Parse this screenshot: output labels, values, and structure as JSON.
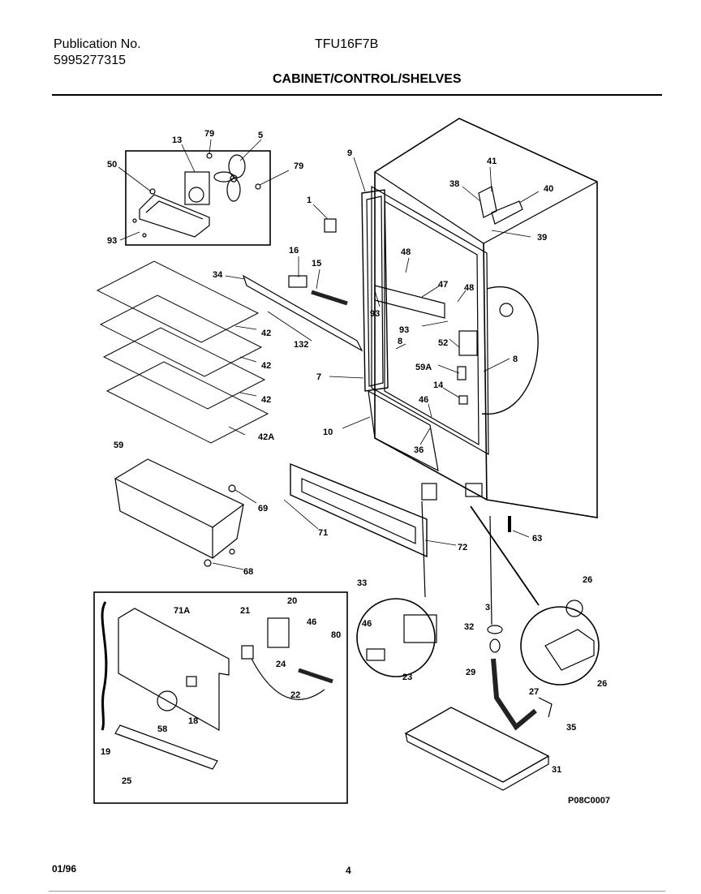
{
  "header": {
    "publication_label": "Publication No.",
    "publication_number": "5995277315",
    "model": "TFU16F7B",
    "section_title": "CABINET/CONTROL/SHELVES"
  },
  "diagram": {
    "labels": {
      "13": "13",
      "79a": "79",
      "5": "5",
      "79b": "79",
      "50": "50",
      "93a": "93",
      "1": "1",
      "9": "9",
      "41": "41",
      "38": "38",
      "40": "40",
      "39": "39",
      "16": "16",
      "15": "15",
      "48a": "48",
      "34": "34",
      "47": "47",
      "48b": "48",
      "93b": "93",
      "93c": "93",
      "42a": "42",
      "8a": "8",
      "52": "52",
      "132": "132",
      "42b": "42",
      "8b": "8",
      "7": "7",
      "59A": "59A",
      "14": "14",
      "42c": "42",
      "46": "46",
      "10": "10",
      "42A": "42A",
      "36": "36",
      "59": "59",
      "69": "69",
      "71": "71",
      "72": "72",
      "63": "63",
      "68": "68",
      "71A": "71A",
      "21": "21",
      "20": "20",
      "46b": "46",
      "80": "80",
      "33": "33",
      "46c": "46",
      "26a": "26",
      "3": "3",
      "32": "32",
      "24": "24",
      "23": "23",
      "18": "18",
      "22": "22",
      "58": "58",
      "29": "29",
      "27": "27",
      "26b": "26",
      "35": "35",
      "19": "19",
      "25": "25",
      "31": "31"
    },
    "drawing_code": "P08C0007"
  },
  "footer": {
    "date": "01/96",
    "page": "4"
  }
}
